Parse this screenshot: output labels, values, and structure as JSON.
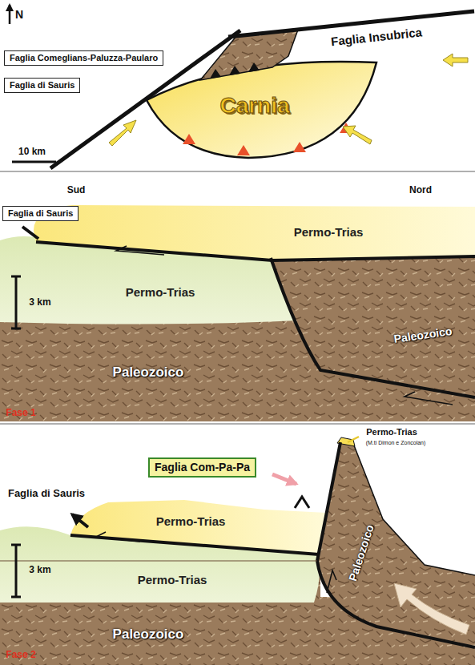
{
  "diagram": {
    "nodes": [
      {
        "text": [
          "Faglia Comeglians-Paluzza-Paularo"
        ]
      },
      {
        "text": [
          "Faglia di Sauris"
        ]
      },
      {
        "text": [
          "Faglia di Sauris"
        ]
      },
      {
        "text": [
          "Faglia Com-Pa-Pa"
        ]
      }
    ],
    "labels": [
      "N",
      "Faglia Insubrica",
      "Carnia",
      "10 km",
      "Sud",
      "Nord",
      "3 km",
      "Permo-Trias",
      "Permo-Trias",
      "Paleozoico",
      "Paleozoico",
      "Fase 1",
      "Faglia di Sauris",
      "Permo-Trias",
      "(M.ti Dimon e Zoncolan)",
      "3 km",
      "Permo-Trias",
      "Permo-Trias",
      "Paleozoico",
      "Paleozoico",
      "Fase 2"
    ]
  }
}
